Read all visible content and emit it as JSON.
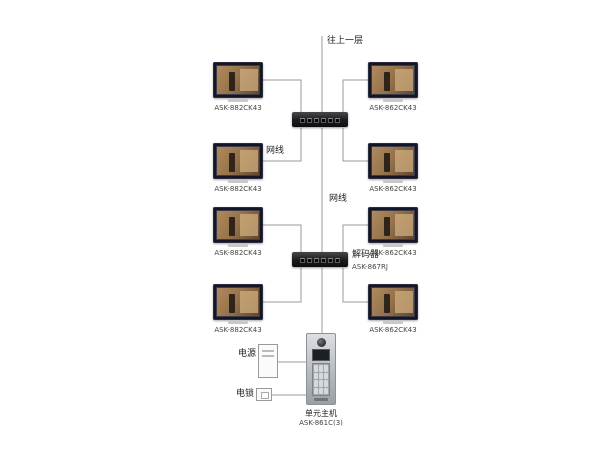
{
  "diagram": {
    "top_label": "往上一层",
    "cable_label_left": "网线",
    "cable_label_right": "网线",
    "decoder": {
      "name": "解码器",
      "model": "ASK-867RJ"
    },
    "door_station": {
      "name": "单元主机",
      "model": "ASK-861C(3)"
    },
    "power_label": "电源",
    "lock_label": "电锁",
    "monitors": {
      "left": [
        "ASK-882CK43",
        "ASK-882CK43",
        "ASK-882CK43",
        "ASK-882CK43"
      ],
      "right": [
        "ASK-862CK43",
        "ASK-862CK43",
        "ASK-862CK43",
        "ASK-862CK43"
      ]
    },
    "colors": {
      "wire": "#9a9a9a",
      "switch_body": "#1a1b1d",
      "monitor_frame": "#151625",
      "station_body": "#b3b8bd"
    }
  }
}
